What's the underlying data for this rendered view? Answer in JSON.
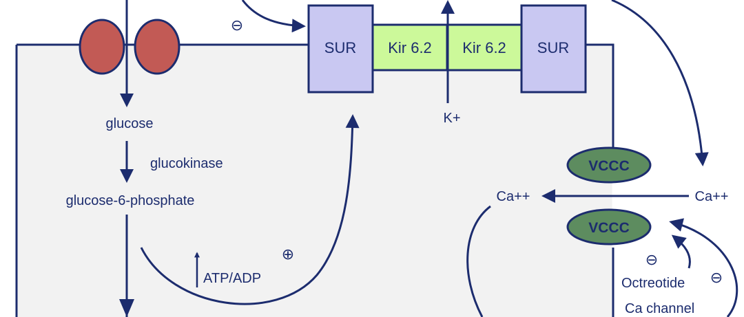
{
  "colors": {
    "ink": "#1c2c6e",
    "cell": "#f2f2f2",
    "cell_border": "#1c2c6e",
    "glut": "#c25a55",
    "sur": "#c9c8f2",
    "kir": "#ccf99a",
    "vccc": "#5d8c5f",
    "text": "#1c2c6e"
  },
  "channel": {
    "sur_left": "SUR",
    "kir_left": "Kir 6.2",
    "kir_right": "Kir 6.2",
    "sur_right": "SUR"
  },
  "labels": {
    "potassium": "K+",
    "glucose": "glucose",
    "glucokinase": "glucokinase",
    "g6p": "glucose-6-phosphate",
    "atp_adp": "ATP/ADP",
    "ca_in": "Ca++",
    "ca_out": "Ca++",
    "vccc_top": "VCCC",
    "vccc_bottom": "VCCC",
    "octreotide": "Octreotide",
    "ca_channel": "Ca channel"
  },
  "signs": {
    "sur_inhibit": "⊖",
    "atp_plus": "⊕",
    "octreotide_minus": "⊖",
    "ca_channel_minus": "⊖"
  }
}
